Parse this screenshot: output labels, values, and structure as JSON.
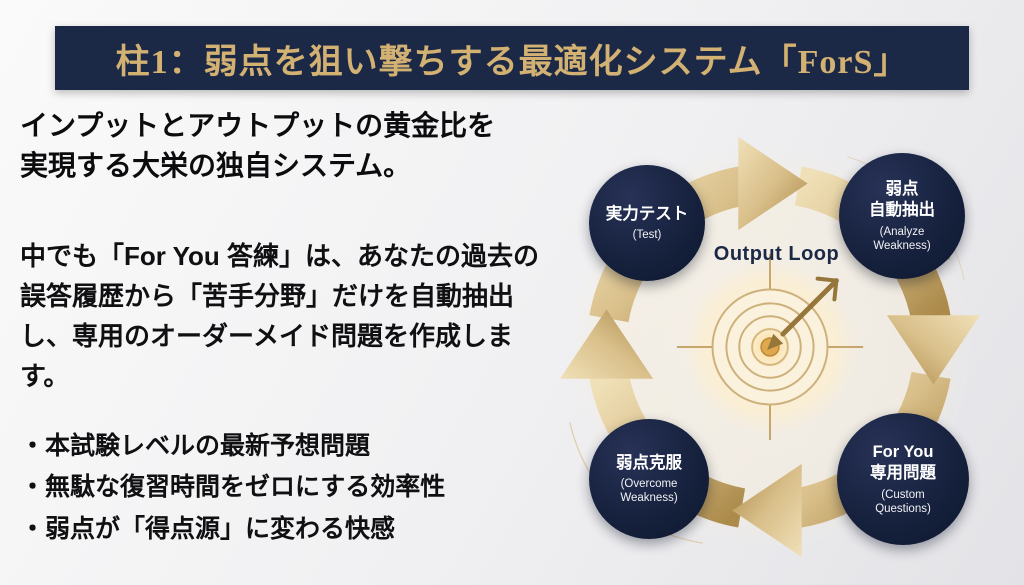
{
  "title": {
    "text": "柱1：弱点を狙い撃ちする最適化システム「ForS」"
  },
  "content": {
    "intro": "インプットとアウトプットの黄金比を\n実現する大栄の独自システム。",
    "paragraph": "中でも「For You 答練」は、あなたの過去の誤答履歴から「苦手分野」だけを自動抽出し、専用のオーダーメイド問題を作成します。",
    "bullets": [
      "・本試験レベルの最新予想問題",
      "・無駄な復習時間をゼロにする効率性",
      "・弱点が「得点源」に変わる快感"
    ]
  },
  "diagram": {
    "center_label": "Output Loop",
    "nodes": [
      {
        "id": "test",
        "jp": "実力テスト",
        "en": "(Test)"
      },
      {
        "id": "analyze",
        "jp": "弱点\n自動抽出",
        "en": "(Analyze\nWeakness)"
      },
      {
        "id": "custom",
        "jp": "For You\n専用問題",
        "en": "(Custom\nQuestions)"
      },
      {
        "id": "overcome",
        "jp": "弱点克服",
        "en": "(Overcome\nWeakness)"
      }
    ]
  },
  "colors": {
    "banner_background": "#1b2947",
    "banner_gold_text": "#d2b172",
    "ring_gold_light": "#f0e0b8",
    "ring_gold_dark": "#ab8a4a",
    "node_navy": "#141f3a",
    "node_text": "#ffffff",
    "body_text": "#101012",
    "slide_background": "#f1f1f3"
  }
}
